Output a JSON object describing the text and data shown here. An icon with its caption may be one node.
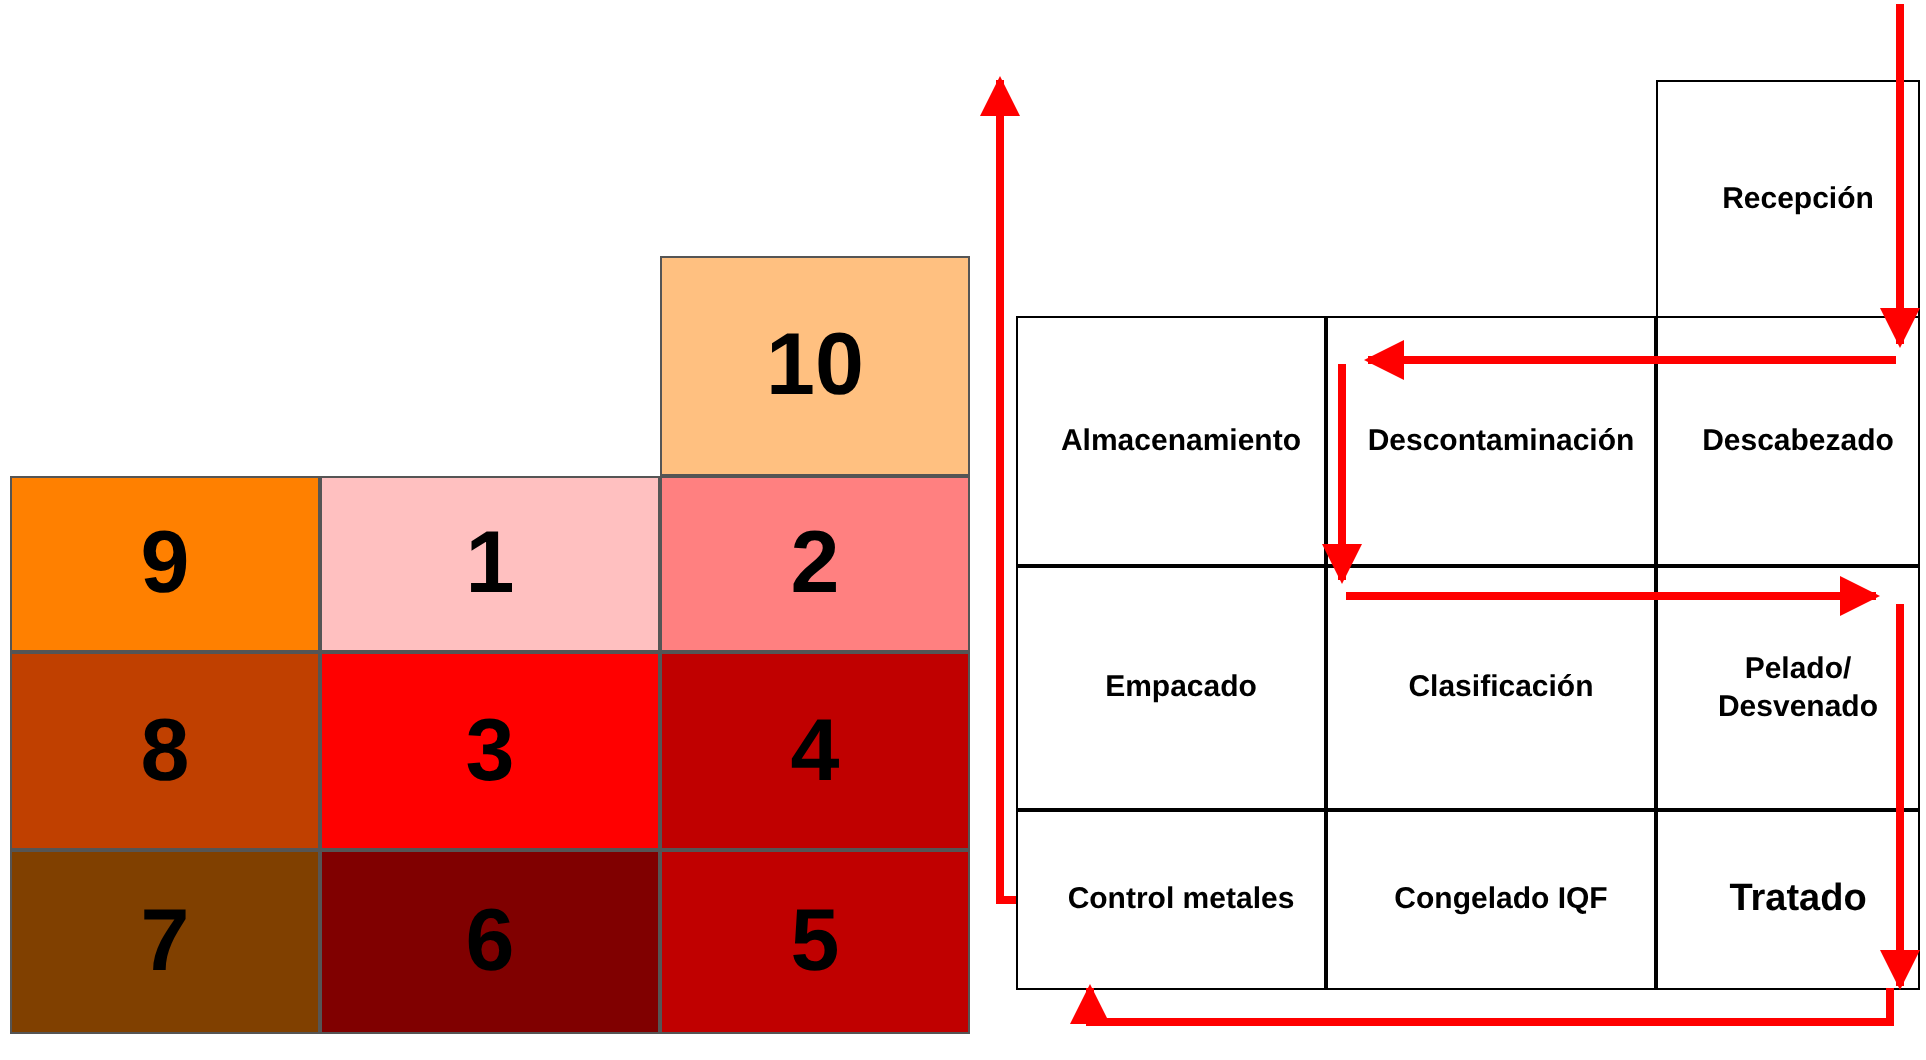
{
  "diagram": {
    "nodes": [
      {
        "text": [
          "10"
        ]
      },
      {
        "text": [
          "9"
        ]
      },
      {
        "text": [
          "1"
        ]
      },
      {
        "text": [
          "2"
        ]
      },
      {
        "text": [
          "8"
        ]
      },
      {
        "text": [
          "3"
        ]
      },
      {
        "text": [
          "4"
        ]
      },
      {
        "text": [
          "7"
        ]
      },
      {
        "text": [
          "6"
        ]
      },
      {
        "text": [
          "5"
        ]
      },
      {
        "text": [
          "Recepción"
        ]
      },
      {
        "text": [
          "Almacenamiento"
        ]
      },
      {
        "text": [
          "Descontaminación"
        ]
      },
      {
        "text": [
          "Descabezado"
        ]
      },
      {
        "text": [
          "Empacado"
        ]
      },
      {
        "text": [
          "Clasificación"
        ]
      },
      {
        "text": [
          "Pelado/ Desvenado"
        ]
      },
      {
        "text": [
          "Control metales"
        ]
      },
      {
        "text": [
          "Congelado IQF"
        ]
      },
      {
        "text": [
          "Tratado"
        ]
      }
    ],
    "edges": [
      {
        "from": null,
        "to": 13,
        "arrow": "to"
      },
      {
        "from": 13,
        "to": 12,
        "arrow": "to"
      },
      {
        "from": 12,
        "to": 15,
        "arrow": "to"
      },
      {
        "from": 15,
        "to": 16,
        "arrow": "to"
      },
      {
        "from": 16,
        "to": 19,
        "arrow": "to"
      },
      {
        "from": 19,
        "to": 17,
        "arrow": "to"
      },
      {
        "from": 17,
        "to": null,
        "arrow": "to"
      }
    ]
  }
}
